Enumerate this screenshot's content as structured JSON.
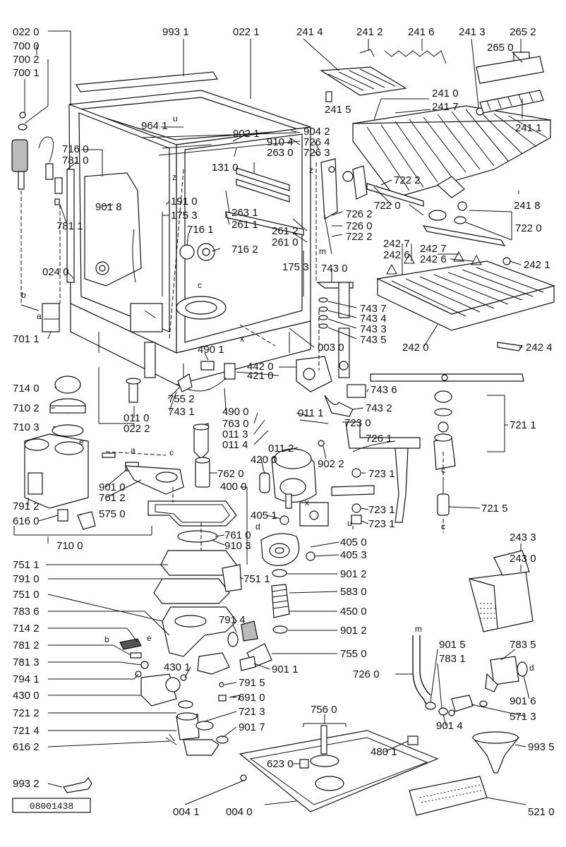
{
  "drawing_code": "08001438",
  "labels": [
    "022 0",
    "700 0",
    "700 2",
    "700 1",
    "993 1",
    "022 1",
    "241 4",
    "241 2",
    "241 6",
    "241 3",
    "265 2",
    "265 0",
    "241 5",
    "241 0",
    "241 7",
    "241 1",
    "964 1",
    "902 1",
    "904 2",
    "726 4",
    "726 3",
    "910 4",
    "263 0",
    "131 0",
    "716 0",
    "781 0",
    "901 8",
    "781 1",
    "191 0",
    "175 3",
    "263 1",
    "261 1",
    "261 2",
    "261 0",
    "716 1",
    "716 2",
    "726 2",
    "726 0",
    "722 2",
    "722 2",
    "722 0",
    "241 8",
    "722 0",
    "242 7",
    "242 6",
    "242 7",
    "242 6",
    "242 1",
    "175 3",
    "743 0",
    "743 7",
    "743 4",
    "743 3",
    "743 5",
    "024 0",
    "701 1",
    "003 0",
    "242 0",
    "242 4",
    "490 1",
    "442 0",
    "421 0",
    "743 6",
    "714 0",
    "755 2",
    "743 1",
    "490 0",
    "763 0",
    "011 3",
    "011 4",
    "011 1",
    "743 2",
    "710 2",
    "011 0",
    "022 2",
    "721 1",
    "710 3",
    "011 2",
    "723 0",
    "902 2",
    "726 1",
    "420 0",
    "762 0",
    "723 1",
    "901 0",
    "761 2",
    "400 0",
    "791 2",
    "575 0",
    "405 1",
    "723 1",
    "723 1",
    "616 0",
    "761 0",
    "910 3",
    "721 5",
    "710 0",
    "405 0",
    "405 3",
    "243 3",
    "243 0",
    "751 1",
    "751 1",
    "901 2",
    "791 0",
    "583 0",
    "751 0",
    "450 0",
    "783 6",
    "791 4",
    "901 2",
    "714 2",
    "755 0",
    "781 2",
    "781 3",
    "901 1",
    "794 1",
    "430 1",
    "791 5",
    "430 0",
    "691 0",
    "726 0",
    "901 5",
    "783 1",
    "783 5",
    "901 6",
    "571 3",
    "721 2",
    "721 3",
    "756 0",
    "901 4",
    "721 4",
    "901 7",
    "480 1",
    "993 5",
    "616 2",
    "623 0",
    "993 2",
    "004 1",
    "004 0",
    "521 0"
  ],
  "letters": [
    "u",
    "z",
    "z",
    "c",
    "x",
    "m",
    "a",
    "b",
    "a",
    "c",
    "e",
    "c",
    "u",
    "c",
    "d",
    "x",
    "e",
    "b",
    "m",
    "d"
  ]
}
